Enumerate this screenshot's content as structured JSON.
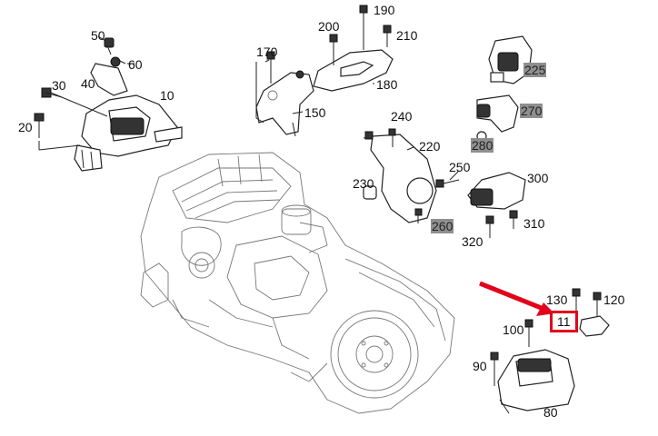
{
  "labels": {
    "l10": "10",
    "l20": "20",
    "l30": "30",
    "l40": "40",
    "l50": "50",
    "l60": "60",
    "l80": "80",
    "l90": "90",
    "l100": "100",
    "l11": "11",
    "l120": "120",
    "l130": "130",
    "l150": "150",
    "l170": "170",
    "l180": "180",
    "l190": "190",
    "l200": "200",
    "l210": "210",
    "l220": "220",
    "l225": "225",
    "l230": "230",
    "l240": "240",
    "l250": "250",
    "l260": "260",
    "l270": "270",
    "l280": "280",
    "l300": "300",
    "l310": "310",
    "l320": "320"
  },
  "colors": {
    "highlight": "#e3001b",
    "arrow": "#e3001b",
    "grey_label_bg": "#8f8f8f"
  }
}
